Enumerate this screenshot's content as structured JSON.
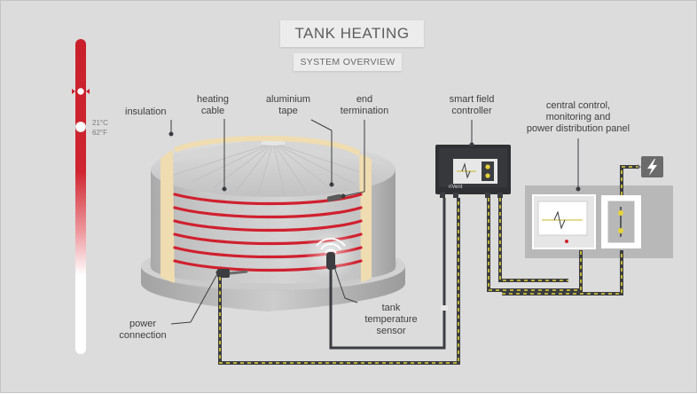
{
  "header": {
    "title": "TANK HEATING",
    "subtitle": "SYSTEM OVERVIEW"
  },
  "thermometer": {
    "temp_celsius": "21°C",
    "temp_fahrenheit": "62°F"
  },
  "labels": {
    "insulation": "insulation",
    "heating_cable_1": "heating",
    "heating_cable_2": "cable",
    "aluminium_tape_1": "aluminium",
    "aluminium_tape_2": "tape",
    "end_termination_1": "end",
    "end_termination_2": "termination",
    "smart_field_controller_1": "smart field",
    "smart_field_controller_2": "controller",
    "central_panel_1": "central control,",
    "central_panel_2": "monitoring and",
    "central_panel_3": "power distribution panel",
    "power_connection_1": "power",
    "power_connection_2": "connection",
    "tank_sensor_1": "tank",
    "tank_sensor_2": "temperature",
    "tank_sensor_3": "sensor"
  },
  "device": {
    "brand": "nVent"
  },
  "colors": {
    "accent_red": "#d0202e",
    "insulation_tan": "#efdcb0",
    "cable_yellow": "#e6d33a",
    "wire_dark": "#3b3d40"
  },
  "icons": {
    "power_supply": "lightning-bolt-icon",
    "heat_signal": "signal-waves-icon"
  }
}
